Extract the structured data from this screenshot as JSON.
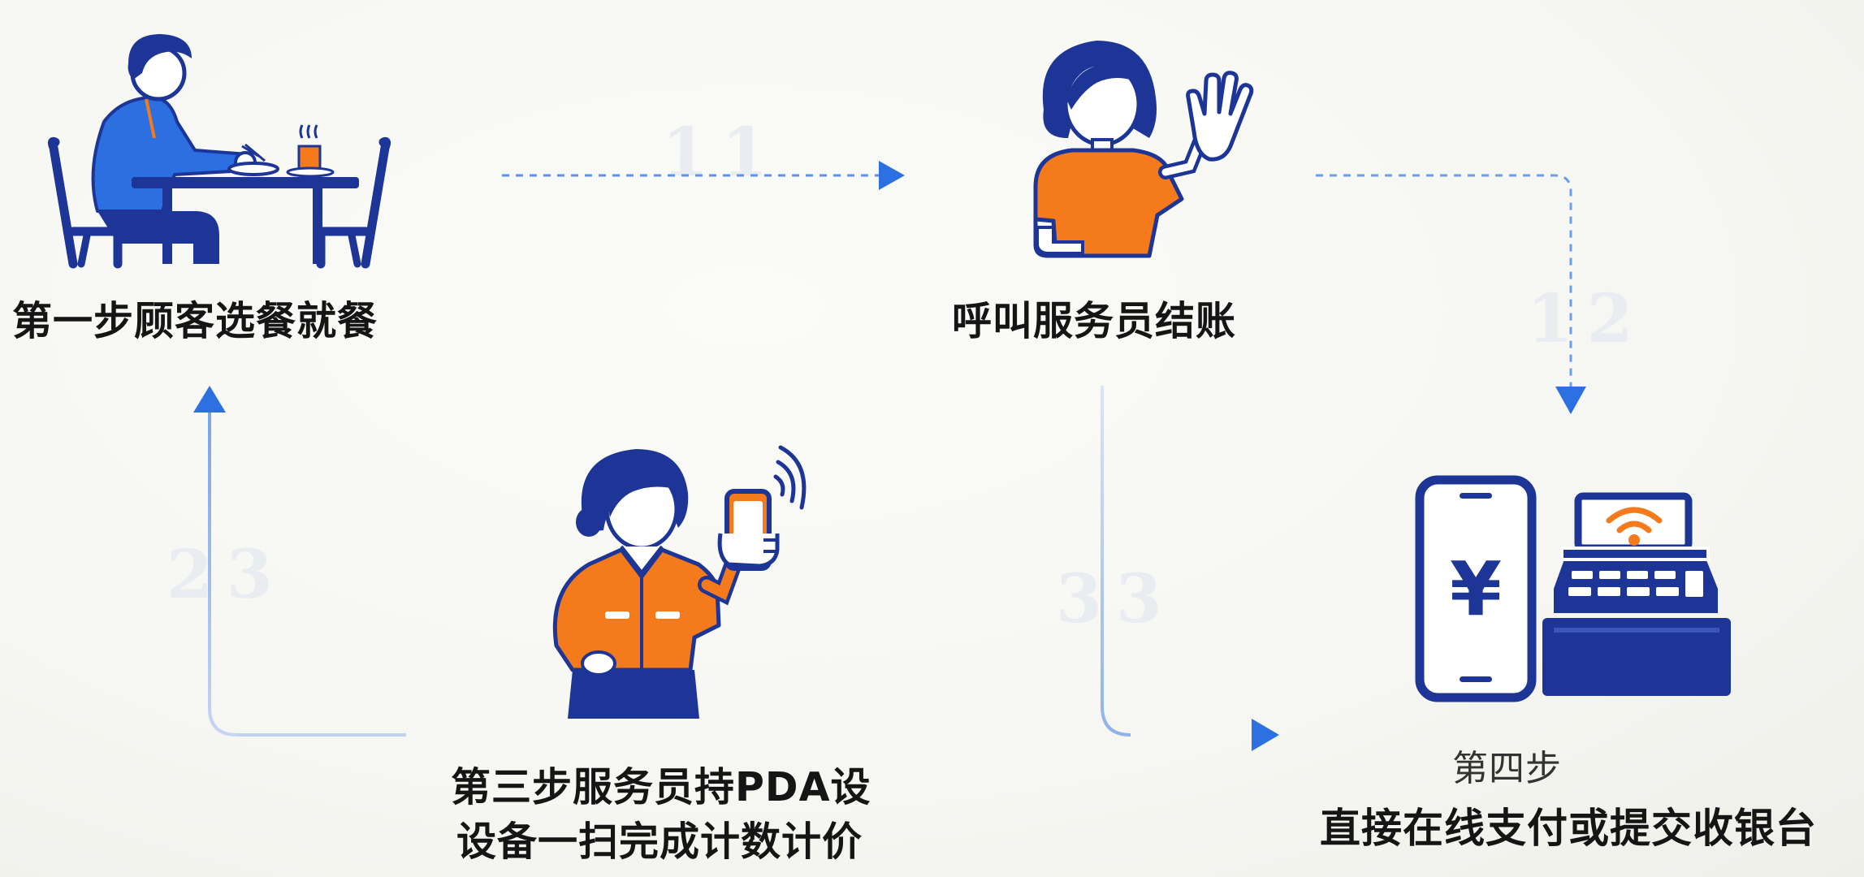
{
  "steps": {
    "step1": {
      "label": "第一步顾客选餐就餐"
    },
    "step2": {
      "label": "呼叫服务员结账"
    },
    "step3": {
      "line1": "第三步服务员持PDA设",
      "line2": "设备一扫完成计数计价"
    },
    "step4": {
      "line1": "第四步",
      "line2": "直接在线支付或提交收银台"
    }
  },
  "payment": {
    "currency_symbol": "¥"
  },
  "ghost_marks": {
    "a": "1 1",
    "b": "1 2",
    "c": "2 3",
    "d": "3 3"
  },
  "icons": {
    "diner": "diner-at-table-icon",
    "waving": "waving-person-icon",
    "waiter": "waiter-holding-pda-icon",
    "phone": "mobile-payment-icon",
    "register": "cash-register-icon"
  },
  "colors": {
    "navy": "#1c3596",
    "blue": "#2b6fe0",
    "orange": "#f47a1c",
    "arrow": "#3a7ee6",
    "arrow_light": "#a9c2ee"
  }
}
